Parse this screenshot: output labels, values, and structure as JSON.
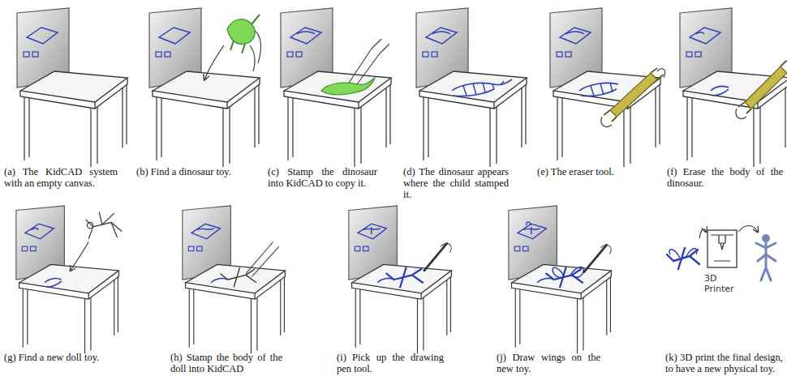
{
  "diagram": {
    "labels": [
      "(a) The KidCAD system with an empty canvas.",
      "(b) Find a dinosaur toy.",
      "(c) Stamp the dinosaur into KidCAD to copy it.",
      "(d) The dinosaur appears where the child stamped it.",
      "(e) The eraser tool.",
      "(f) Erase the body of the dinosaur.",
      "(g) Find a new doll toy.",
      "(h) Stamp the body of the doll into KidCAD",
      "(i) Pick up the drawing pen tool.",
      "(j) Draw wings on the new toy.",
      "3D Printer",
      "(k) 3D print the final design, to have a new physical toy."
    ]
  }
}
